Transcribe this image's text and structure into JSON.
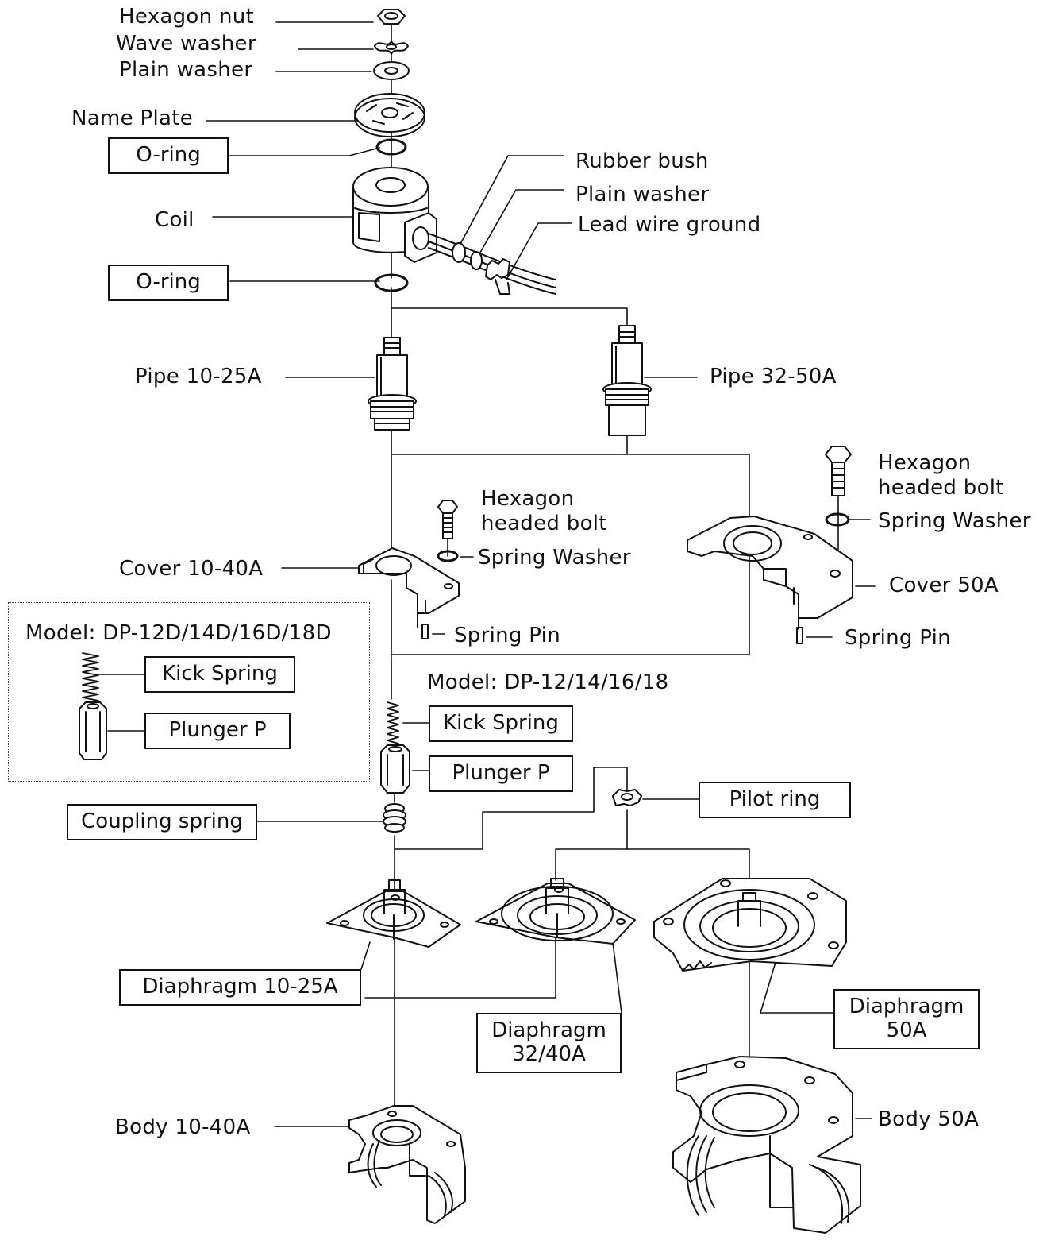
{
  "labels": {
    "hexagon_nut": "Hexagon nut",
    "wave_washer": "Wave washer",
    "plain_washer_top": "Plain washer",
    "name_plate": "Name Plate",
    "oring_top": "O-ring",
    "rubber_bush": "Rubber bush",
    "plain_washer_lead": "Plain washer",
    "lead_wire_ground": "Lead wire ground",
    "coil": "Coil",
    "oring_bottom": "O-ring",
    "pipe_small": "Pipe 10-25A",
    "pipe_large": "Pipe 32-50A",
    "bolt_small": "Hexagon\nheaded bolt",
    "bolt_large": "Hexagon\nheaded bolt",
    "spring_washer_small": "Spring Washer",
    "spring_washer_large": "Spring Washer",
    "cover_small": "Cover 10-40A",
    "cover_large": "Cover 50A",
    "spring_pin_small": "Spring Pin",
    "spring_pin_large": "Spring Pin",
    "model_d": "Model: DP-12D/14D/16D/18D",
    "kick_spring_d": "Kick Spring",
    "plunger_d": "Plunger P",
    "model_std": "Model: DP-12/14/16/18",
    "kick_spring": "Kick Spring",
    "plunger": "Plunger P",
    "pilot_ring": "Pilot ring",
    "coupling_spring": "Coupling spring",
    "diaphragm_small": "Diaphragm 10-25A",
    "diaphragm_mid": "Diaphragm\n32/40A",
    "diaphragm_large": "Diaphragm\n50A",
    "body_small": "Body 10-40A",
    "body_large": "Body 50A"
  }
}
